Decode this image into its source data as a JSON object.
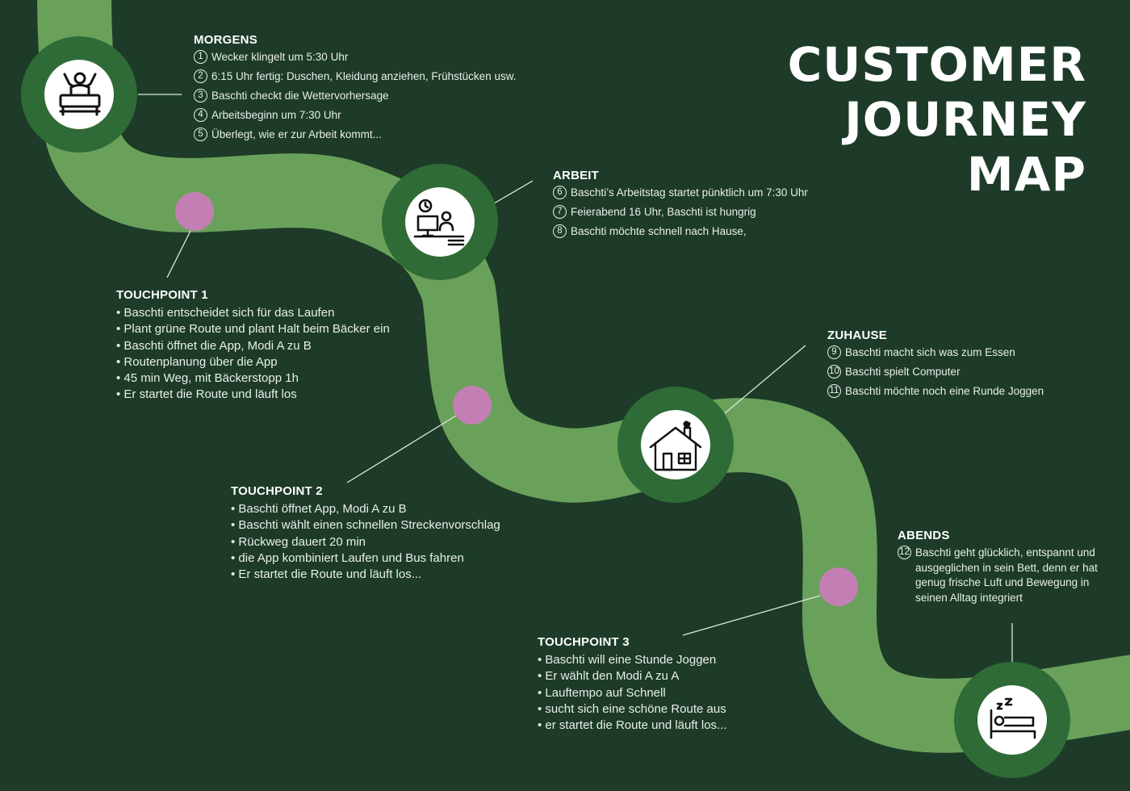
{
  "title": {
    "line1": "CUSTOMER",
    "line2": "JOURNEY",
    "line3": "MAP"
  },
  "colors": {
    "background": "#1d3b28",
    "path": "#6aa15a",
    "stop_ring": "#2f6b36",
    "touchpoint": "#c37fb4",
    "text": "#ffffff"
  },
  "stops": [
    {
      "name": "morgens",
      "icon": "waking-up-in-bed-icon"
    },
    {
      "name": "arbeit",
      "icon": "office-worker-at-desk-icon"
    },
    {
      "name": "zuhause",
      "icon": "house-with-heart-icon"
    },
    {
      "name": "abends",
      "icon": "sleeping-in-bed-icon"
    }
  ],
  "morgens": {
    "heading": "MORGENS",
    "items": [
      {
        "n": "1",
        "text": "Wecker klingelt um 5:30 Uhr"
      },
      {
        "n": "2",
        "text": "6:15 Uhr fertig:  Duschen, Kleidung anziehen, Frühstücken usw."
      },
      {
        "n": "3",
        "text": "Baschti checkt die Wettervorhersage"
      },
      {
        "n": "4",
        "text": "Arbeitsbeginn um 7:30 Uhr"
      },
      {
        "n": "5",
        "text": "Überlegt, wie er zur Arbeit kommt..."
      }
    ]
  },
  "arbeit": {
    "heading": "ARBEIT",
    "items": [
      {
        "n": "6",
        "text": "Baschti’s Arbeitstag startet pünktlich um 7:30 Uhr"
      },
      {
        "n": "7",
        "text": "Feierabend 16 Uhr, Baschti ist hungrig"
      },
      {
        "n": "8",
        "text": "Baschti möchte schnell nach Hause,"
      }
    ]
  },
  "zuhause": {
    "heading": "ZUHAUSE",
    "items": [
      {
        "n": "9",
        "text": "Baschti macht sich was zum Essen"
      },
      {
        "n": "10",
        "text": "Baschti spielt Computer"
      },
      {
        "n": "11",
        "text": "Baschti möchte noch eine Runde Joggen"
      }
    ]
  },
  "abends": {
    "heading": "ABENDS",
    "items": [
      {
        "n": "12",
        "text": "Baschti geht glücklich, entspannt und ausgeglichen in sein Bett, denn er hat genug frische Luft und Bewegung in seinen Alltag integriert"
      }
    ]
  },
  "touchpoint1": {
    "heading": "TOUCHPOINT 1",
    "items": [
      "Baschti entscheidet sich für das Laufen",
      "Plant grüne Route und plant Halt beim Bäcker ein",
      "Baschti öffnet die App, Modi A zu B",
      "Routenplanung über die App",
      "45 min Weg, mit Bäckerstopp 1h",
      "Er startet die Route und läuft los"
    ]
  },
  "touchpoint2": {
    "heading": "TOUCHPOINT 2",
    "items": [
      "Baschti öffnet App, Modi A zu B",
      "Baschti wählt einen schnellen Streckenvorschlag",
      "Rückweg dauert 20 min",
      "die App kombiniert Laufen und Bus fahren",
      "Er startet die Route und läuft los..."
    ]
  },
  "touchpoint3": {
    "heading": "TOUCHPOINT 3",
    "items": [
      "Baschti will eine Stunde Joggen",
      "Er wählt den Modi A zu A",
      "Lauftempo auf Schnell",
      "sucht sich eine schöne Route aus",
      "er startet die Route und läuft los..."
    ]
  }
}
